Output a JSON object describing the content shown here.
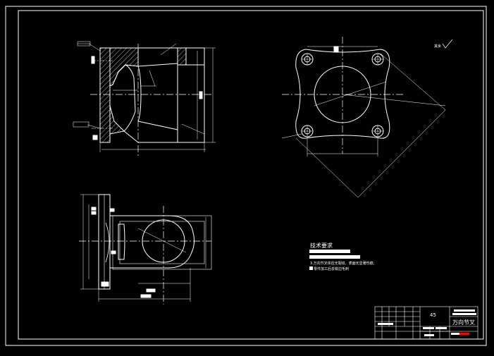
{
  "drawing": {
    "tech_req_title": "技术要求",
    "tech_req_line3": "3.万向节叉体应无裂纹、表面无显著伤痕;",
    "tech_req_line4": "零件加工后去锐边毛刺",
    "roughness_other": "其余",
    "material": "45",
    "part_name": "万向节叉"
  },
  "colors": {
    "background": "#000000",
    "outline": "#ffffff",
    "center_line": "#ffffff",
    "hatch": "#ffffff",
    "red_mark": "#ff0000"
  }
}
